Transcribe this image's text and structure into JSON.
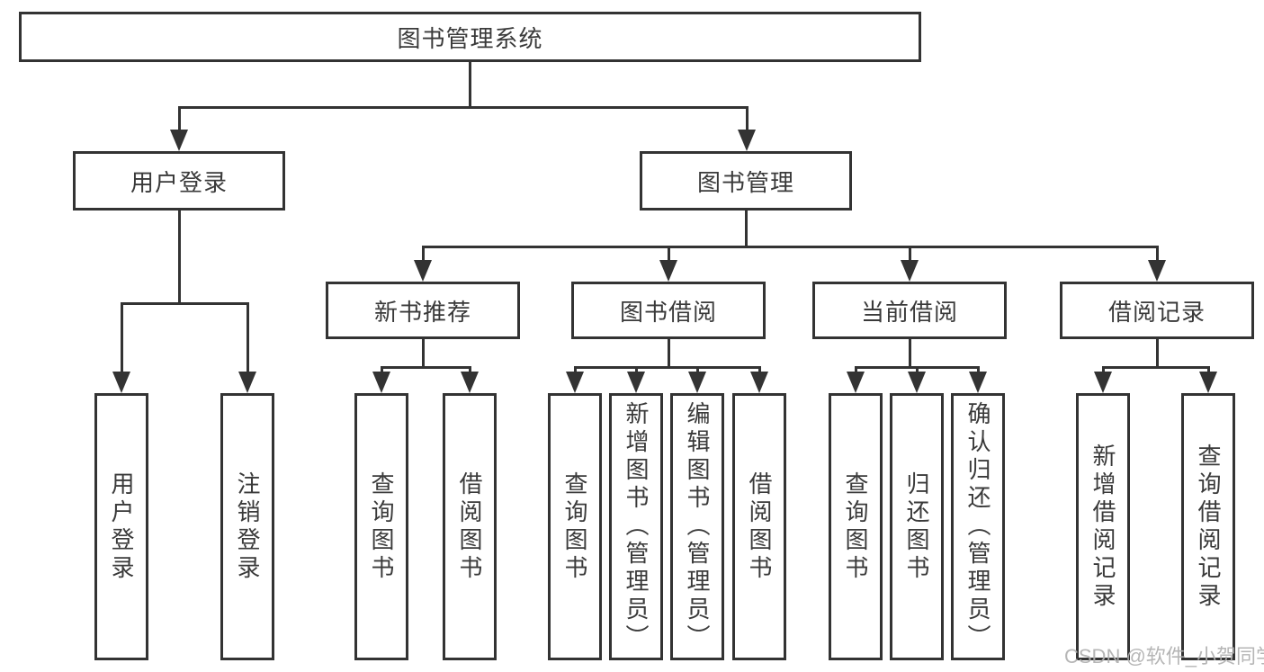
{
  "diagram": {
    "type": "tree",
    "orientation": "top-down",
    "colors": {
      "line": "#333333",
      "text": "#3a3a3a",
      "background": "#ffffff",
      "watermark": "#b0b0b0"
    }
  },
  "tree": {
    "root": {
      "label": "图书管理系统",
      "children": [
        {
          "label": "用户登录",
          "leaves": [
            "用户登录",
            "注销登录"
          ]
        },
        {
          "label": "图书管理",
          "children": [
            {
              "label": "新书推荐",
              "leaves": [
                "查询图书",
                "借阅图书"
              ]
            },
            {
              "label": "图书借阅",
              "leaves": [
                "查询图书",
                "新增图书（管理员）",
                "编辑图书（管理员）",
                "借阅图书"
              ]
            },
            {
              "label": "当前借阅",
              "leaves": [
                "查询图书",
                "归还图书",
                "确认归还（管理员）"
              ]
            },
            {
              "label": "借阅记录",
              "leaves": [
                "新增借阅记录",
                "查询借阅记录"
              ]
            }
          ]
        }
      ]
    }
  },
  "watermark": {
    "text": "CSDN @软件_小贺同学"
  }
}
